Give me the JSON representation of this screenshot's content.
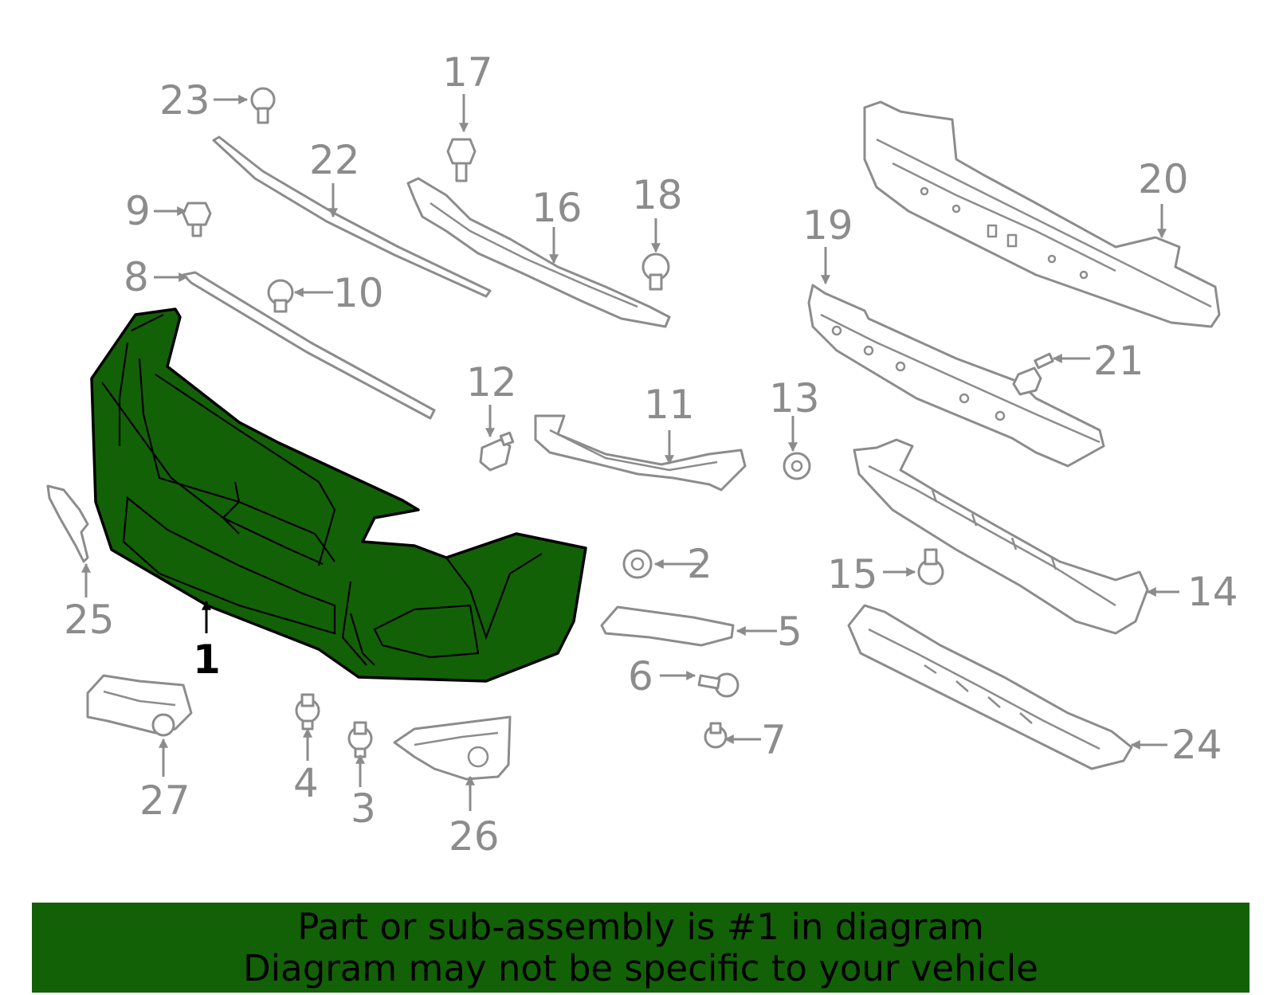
{
  "highlight_color": "#136107",
  "part_gray": "#8c8c8c",
  "highlighted_part": "1",
  "callouts": [
    "1",
    "2",
    "3",
    "4",
    "5",
    "6",
    "7",
    "8",
    "9",
    "10",
    "11",
    "12",
    "13",
    "14",
    "15",
    "16",
    "17",
    "18",
    "19",
    "20",
    "21",
    "22",
    "23",
    "24",
    "25",
    "26",
    "27"
  ],
  "banner": {
    "line1": "Part or sub-assembly is #1 in diagram",
    "line2": "Diagram may not be specific to your vehicle"
  }
}
